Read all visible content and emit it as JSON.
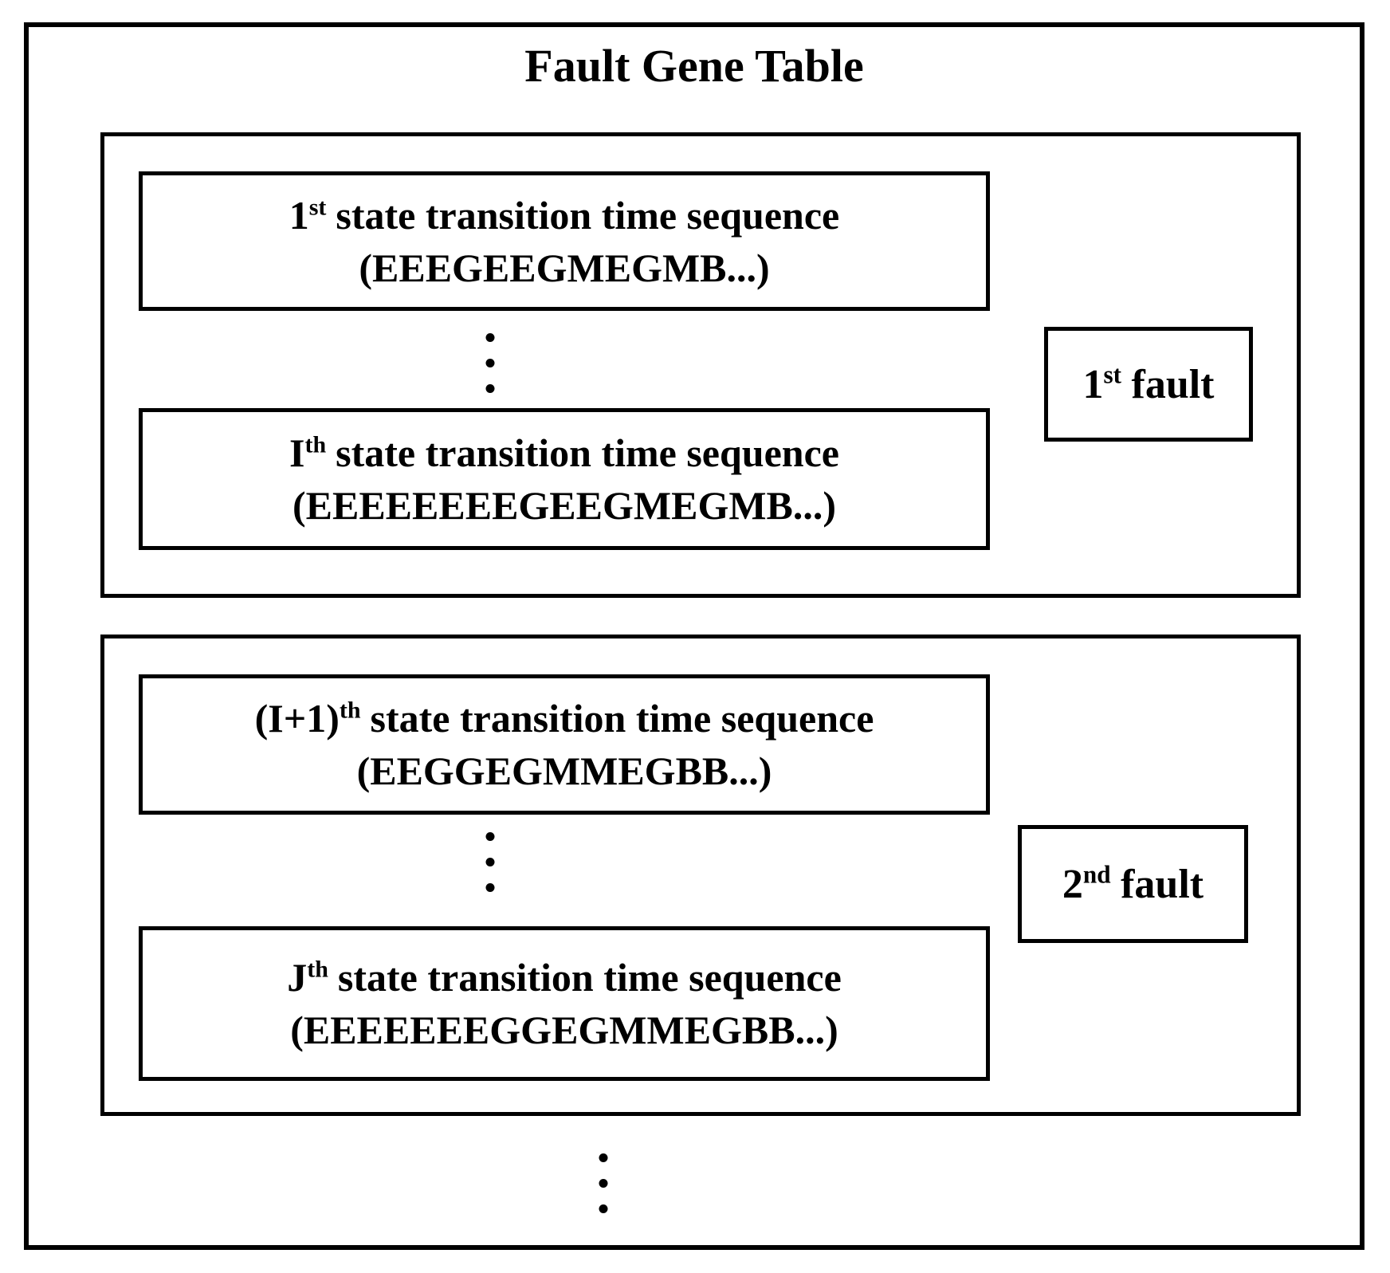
{
  "title": "Fault Gene Table",
  "colors": {
    "background": "#ffffff",
    "border": "#000000",
    "text": "#000000"
  },
  "groups": [
    {
      "fault": {
        "number": "1",
        "suffix": "st",
        "word": "fault"
      },
      "sequences": [
        {
          "index": "1",
          "suffix": "st",
          "label": "state transition time sequence",
          "sequence": "(EEEGEEGMEGMB...)"
        },
        {
          "index": "I",
          "suffix": "th",
          "label": "state transition time sequence",
          "sequence": "(EEEEEEEEGEEGMEGMB...)"
        }
      ]
    },
    {
      "fault": {
        "number": "2",
        "suffix": "nd",
        "word": "fault"
      },
      "sequences": [
        {
          "index": "(I+1)",
          "suffix": "th",
          "label": "state transition time sequence",
          "sequence": "(EEGGEGMMEGBB...)"
        },
        {
          "index": "J",
          "suffix": "th",
          "label": "state transition time sequence",
          "sequence": "(EEEEEEEGGEGMMEGBB...)"
        }
      ]
    }
  ]
}
